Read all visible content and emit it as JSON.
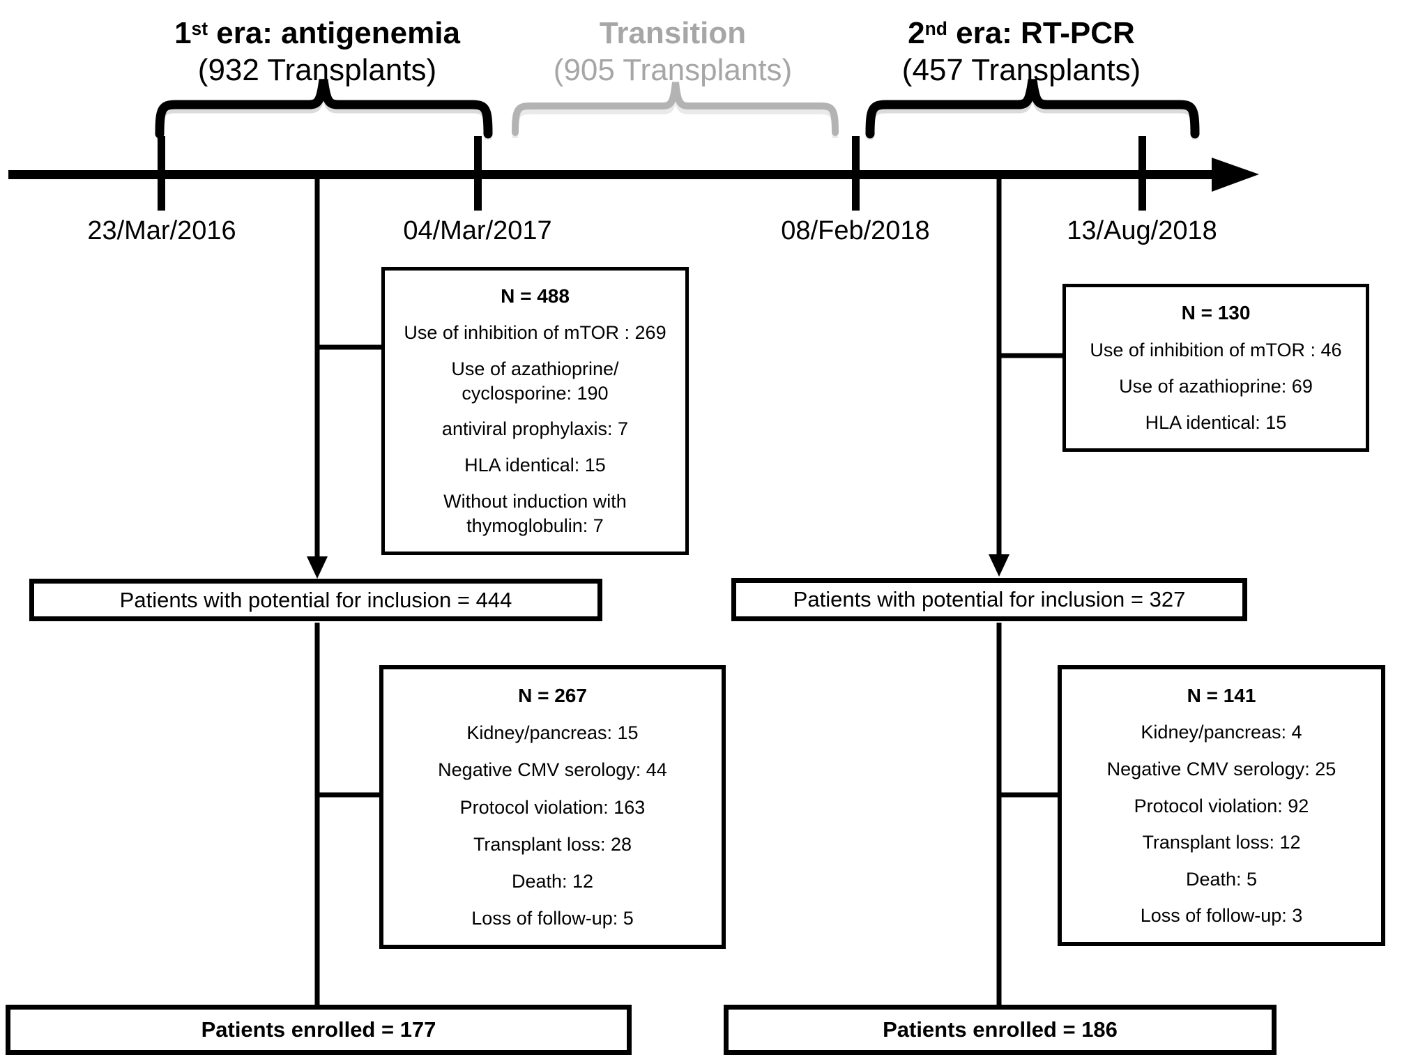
{
  "eras": [
    {
      "num": "1",
      "sup": "st",
      "rest": " era: antigenemia",
      "subtitle": "(932 Transplants)"
    },
    {
      "num": "",
      "sup": "",
      "rest": "Transition",
      "subtitle": "(905 Transplants)"
    },
    {
      "num": "2",
      "sup": "nd",
      "rest": " era: RT-PCR",
      "subtitle": "(457 Transplants)"
    }
  ],
  "timeline_dates": [
    "23/Mar/2016",
    "04/Mar/2017",
    "08/Feb/2018",
    "13/Aug/2018"
  ],
  "boxes": {
    "exclusion_488": {
      "title": "N = 488",
      "items": [
        "Use of inhibition of mTOR : 269",
        "Use of azathioprine/\ncyclosporine: 190",
        "antiviral prophylaxis: 7",
        "HLA identical: 15",
        "Without induction with\nthymoglobulin: 7"
      ]
    },
    "exclusion_130": {
      "title": "N = 130",
      "items": [
        "Use of inhibition of mTOR : 46",
        "Use of azathioprine: 69",
        "HLA identical: 15"
      ]
    },
    "inclusion_444": {
      "label": "Patients with potential for inclusion = 444"
    },
    "inclusion_327": {
      "label": "Patients with potential for inclusion = 327"
    },
    "exclusion_267": {
      "title": "N = 267",
      "items": [
        "Kidney/pancreas: 15",
        "Negative CMV serology:  44",
        "Protocol violation: 163",
        "Transplant loss: 28",
        "Death: 12",
        "Loss of follow-up: 5"
      ]
    },
    "exclusion_141": {
      "title": "N = 141",
      "items": [
        "Kidney/pancreas: 4",
        "Negative CMV serology:  25",
        "Protocol violation: 92",
        "Transplant loss: 12",
        "Death: 5",
        "Loss of follow-up: 3"
      ]
    },
    "enrolled_177": {
      "label": "Patients enrolled = 177"
    },
    "enrolled_186": {
      "label": "Patients enrolled = 186"
    }
  },
  "colors": {
    "black": "#000000",
    "transition_gray": "#a6a6a6",
    "bracket_gray": "#b3b3b3"
  }
}
